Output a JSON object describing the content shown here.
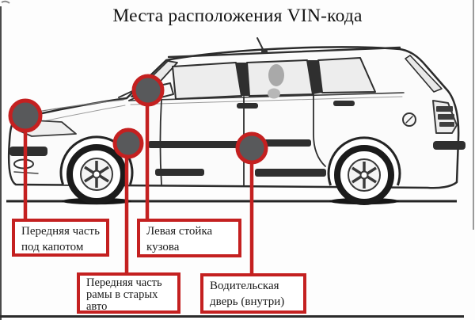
{
  "title": "Места расположения VIN-кода",
  "illustration": {
    "subject": "station-wagon-side-view-line-drawing",
    "markers": [
      {
        "name": "hood-marker"
      },
      {
        "name": "body-pillar-marker"
      },
      {
        "name": "wheel-arch-frame-marker"
      },
      {
        "name": "driver-door-marker"
      }
    ]
  },
  "labels": [
    {
      "name": "front-under-hood",
      "lines": [
        "Передняя часть",
        "под капотом"
      ]
    },
    {
      "name": "left-body-pillar",
      "lines": [
        "Левая стойка",
        "кузова"
      ]
    },
    {
      "name": "front-frame-old-cars",
      "lines": [
        "Передняя часть",
        "рамы в старых",
        "авто"
      ]
    },
    {
      "name": "driver-door-inside",
      "lines": [
        "Водительская",
        "дверь (внутри)"
      ]
    }
  ],
  "colors": {
    "accent_red": "#c42020",
    "marker_fill": "#58595b",
    "line_dark": "#2b2b2b",
    "background": "#fdfdfd"
  }
}
